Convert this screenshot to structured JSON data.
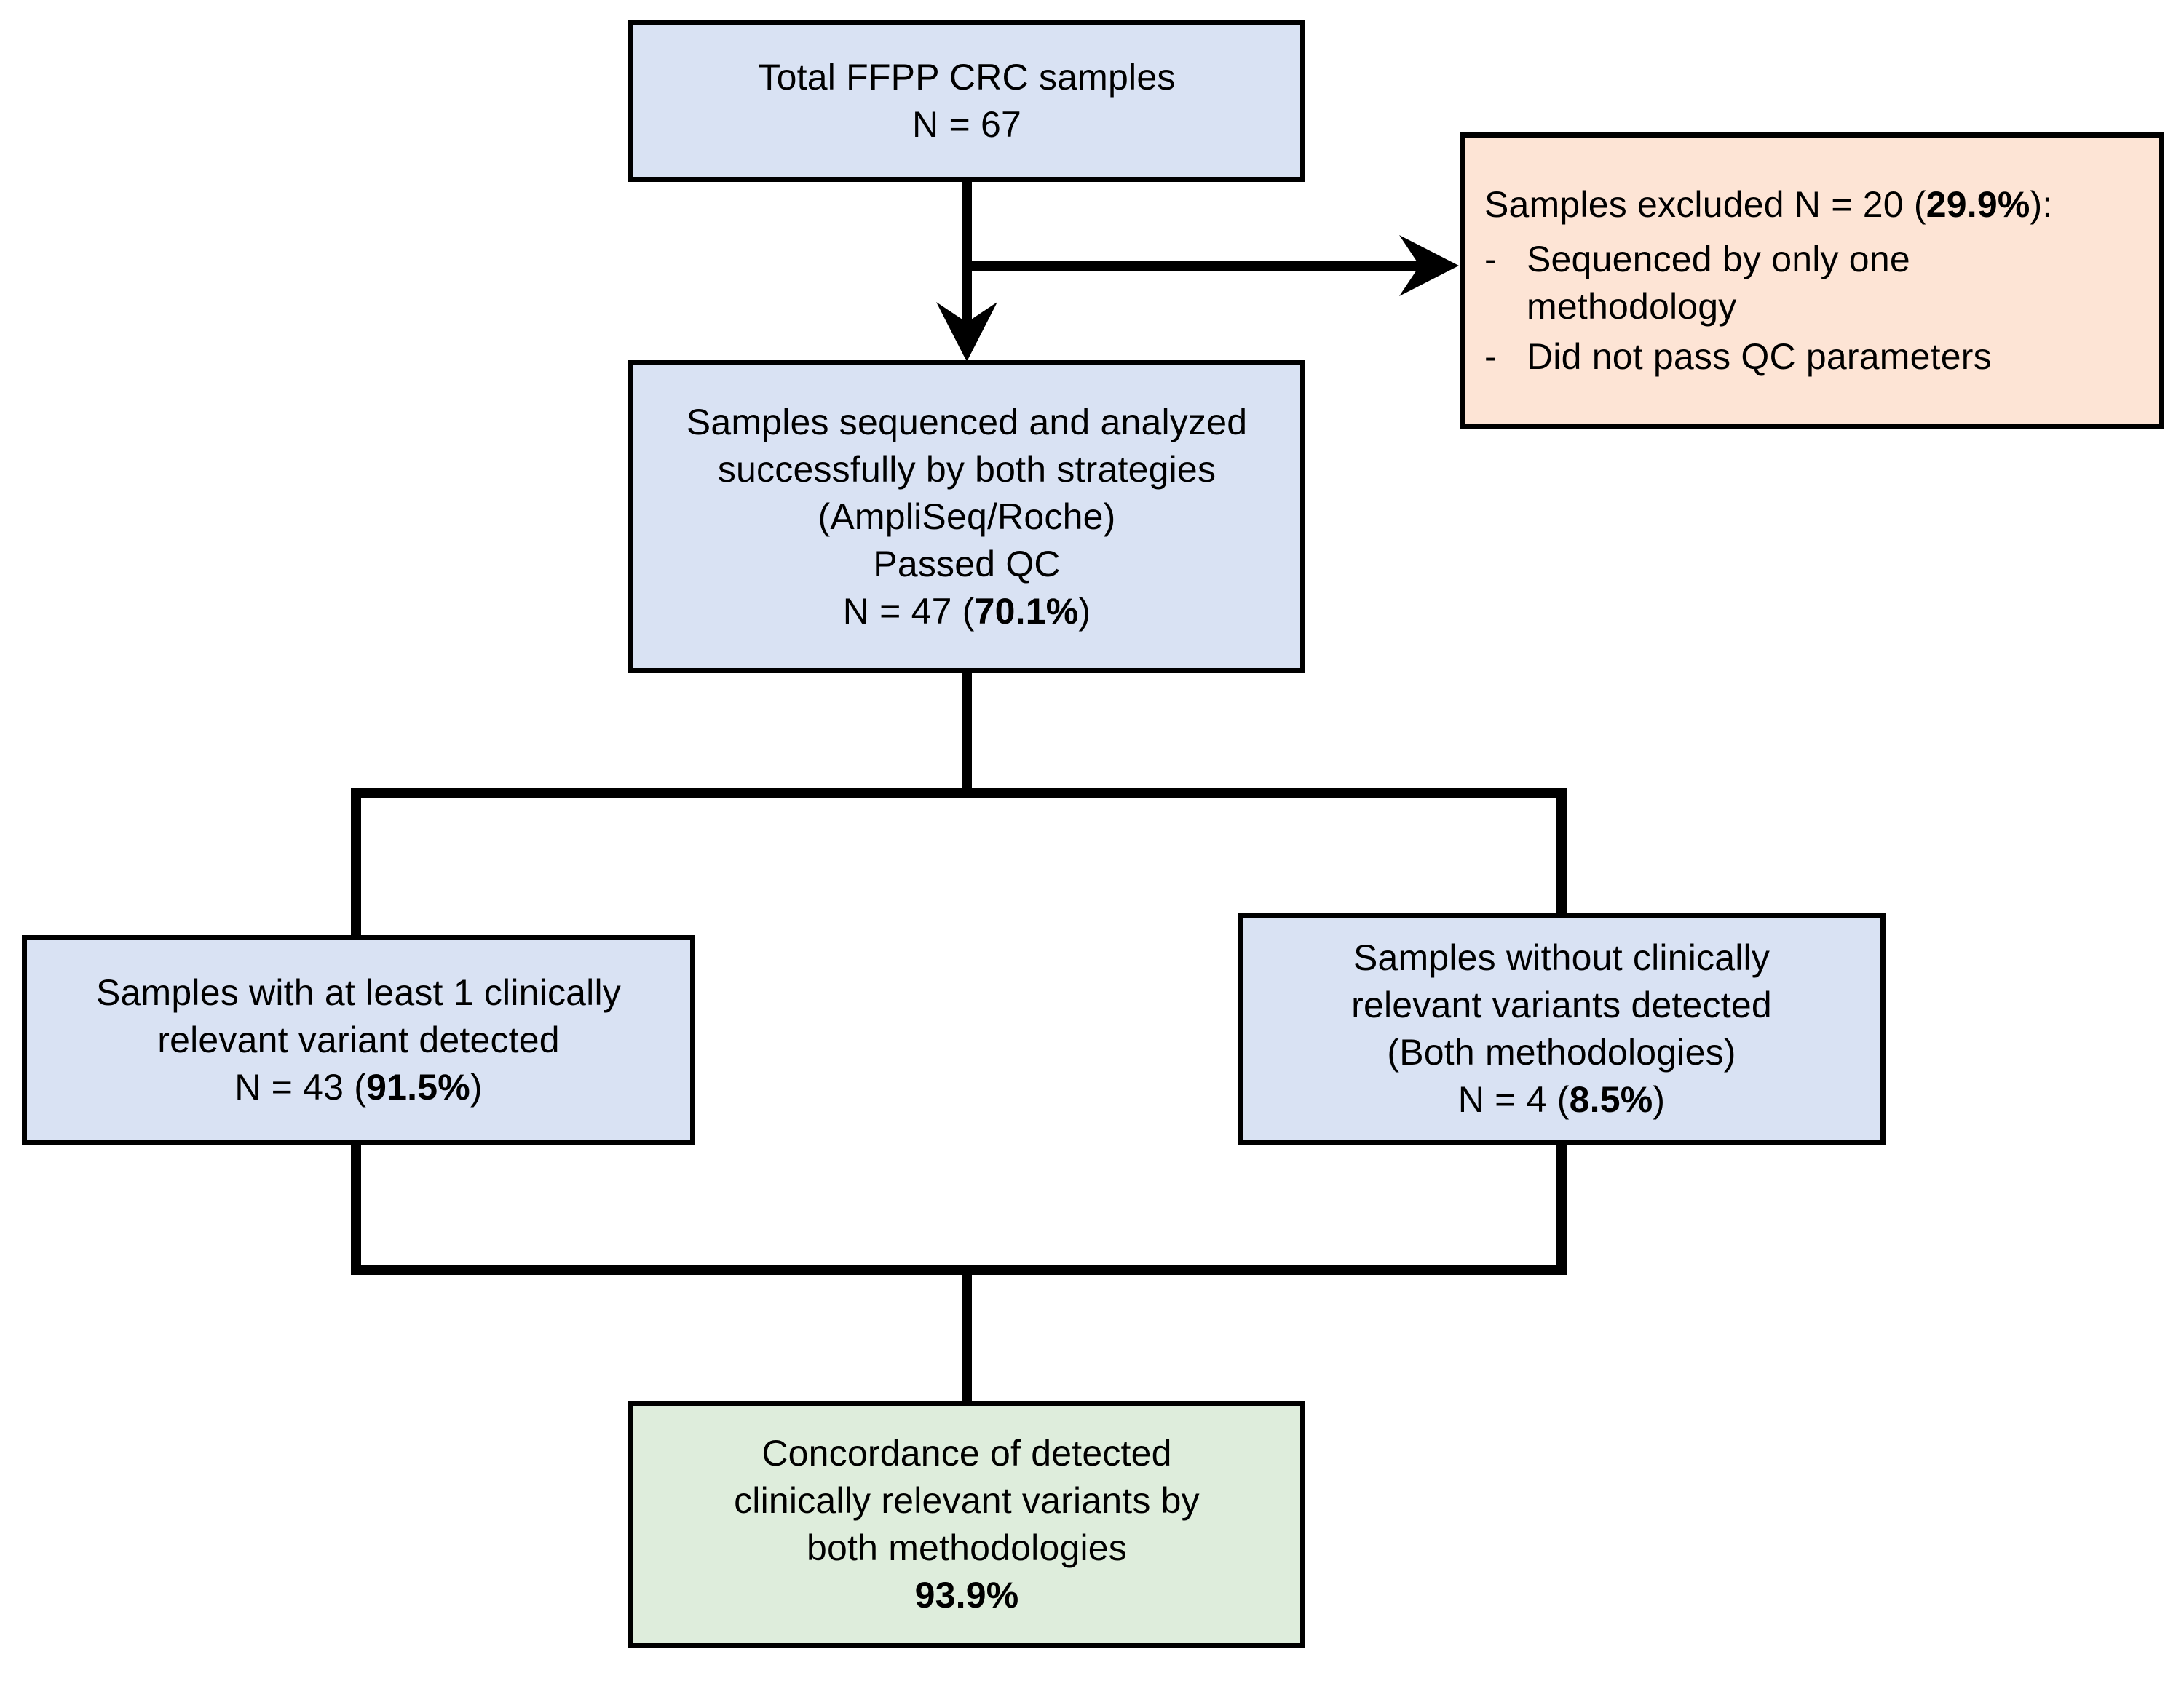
{
  "figure": {
    "type": "flowchart",
    "orientation": "top-down",
    "colors": {
      "box_blue": "#D9E2F3",
      "box_orange": "#FDE4D5",
      "box_green": "#DEEDDC",
      "border": "#000000",
      "text": "#000000"
    }
  },
  "nodes": {
    "total": {
      "id": "total-samples",
      "fill": "blue",
      "lines": [
        "Total FFPP CRC samples",
        "N = 67"
      ],
      "n": "67"
    },
    "excluded": {
      "id": "samples-excluded",
      "fill": "orange",
      "heading_prefix": "Samples excluded N = 20 (",
      "heading_bold": "29.9%",
      "heading_suffix": "):",
      "n": "20",
      "percent": "29.9%",
      "bullet_marker": "-",
      "bullets": [
        "Sequenced by only one methodology",
        "Did not pass QC parameters"
      ]
    },
    "sequenced": {
      "id": "sequenced-analyzed",
      "fill": "blue",
      "lines": [
        "Samples sequenced and analyzed",
        "successfully by both strategies",
        "(AmpliSeq/Roche)",
        "Passed QC"
      ],
      "count_prefix": "N = 47 (",
      "count_bold": "70.1%",
      "count_suffix": ")",
      "n": "47",
      "percent": "70.1%"
    },
    "with_variant": {
      "id": "samples-with-variant",
      "fill": "blue",
      "lines": [
        "Samples with at least 1 clinically",
        "relevant variant detected"
      ],
      "count_prefix": "N = 43 (",
      "count_bold": "91.5%",
      "count_suffix": ")",
      "n": "43",
      "percent": "91.5%"
    },
    "without_variant": {
      "id": "samples-without-variant",
      "fill": "blue",
      "lines": [
        "Samples without clinically",
        "relevant variants detected",
        "(Both methodologies)"
      ],
      "count_prefix": "N = 4 (",
      "count_bold": "8.5%",
      "count_suffix": ")",
      "n": "4",
      "percent": "8.5%"
    },
    "concordance": {
      "id": "concordance-result",
      "fill": "green",
      "lines": [
        "Concordance of detected",
        "clinically relevant variants by",
        "both methodologies"
      ],
      "value_bold": "93.9%",
      "percent": "93.9%"
    }
  },
  "edges": [
    {
      "from": "total",
      "to": "sequenced",
      "style": "arrow-down"
    },
    {
      "from": "total",
      "to": "excluded",
      "style": "arrow-right"
    },
    {
      "from": "sequenced",
      "to": "with_variant",
      "style": "elbow-split-left"
    },
    {
      "from": "sequenced",
      "to": "without_variant",
      "style": "elbow-split-right"
    },
    {
      "from": "with_variant",
      "to": "concordance",
      "style": "elbow-merge-left"
    },
    {
      "from": "without_variant",
      "to": "concordance",
      "style": "elbow-merge-right"
    }
  ]
}
